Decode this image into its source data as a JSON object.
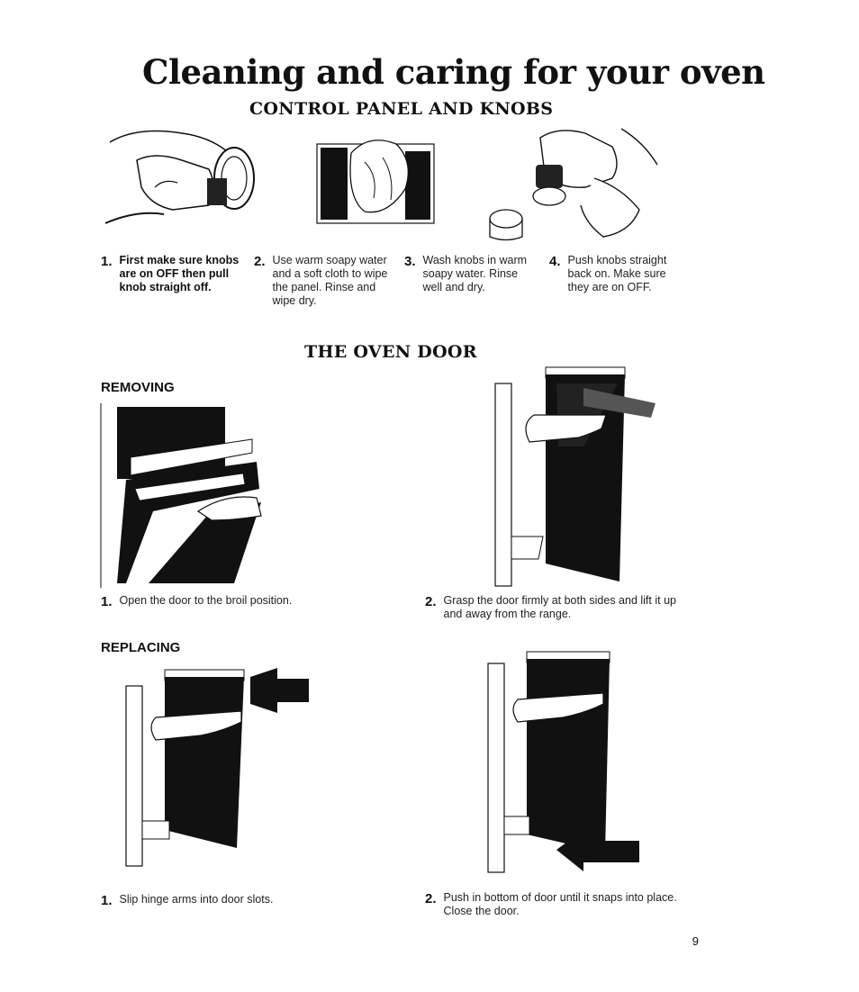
{
  "title": "Cleaning and caring for your oven",
  "control_panel": {
    "heading": "CONTROL PANEL AND KNOBS",
    "steps": [
      {
        "num": "1.",
        "text": "First make sure knobs are on OFF then pull knob straight off."
      },
      {
        "num": "2.",
        "text": "Use warm soapy water and a soft cloth to wipe the panel. Rinse and wipe dry."
      },
      {
        "num": "3.",
        "text": "Wash knobs in warm soapy water. Rinse well and dry."
      },
      {
        "num": "4.",
        "text": "Push knobs straight back on. Make sure they are on OFF."
      }
    ]
  },
  "oven_door": {
    "heading": "THE OVEN DOOR",
    "removing": {
      "label": "REMOVING",
      "steps": [
        {
          "num": "1.",
          "text": "Open the door to the broil position."
        },
        {
          "num": "2.",
          "text": "Grasp the door firmly at both sides and lift it up and away from the range."
        }
      ]
    },
    "replacing": {
      "label": "REPLACING",
      "steps": [
        {
          "num": "1.",
          "text": "Slip hinge arms into door slots."
        },
        {
          "num": "2.",
          "text": "Push in bottom of door until it snaps into place. Close the door."
        }
      ]
    }
  },
  "page_number": "9"
}
